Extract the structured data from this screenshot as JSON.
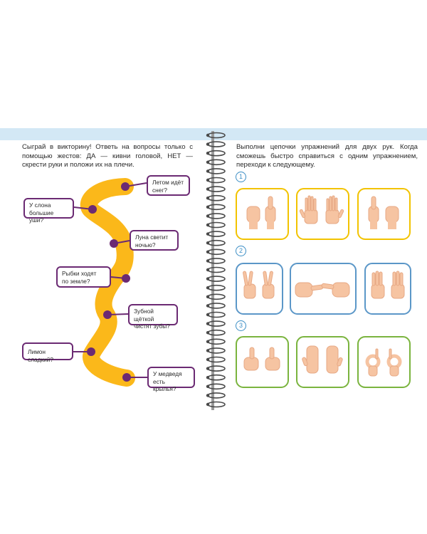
{
  "colors": {
    "top_band": "#d3e8f5",
    "path": "#fbb81a",
    "dot": "#6b2a73",
    "bubble_border": "#6b2a73",
    "row1_border": "#f2c300",
    "row2_border": "#5b97c8",
    "row3_border": "#7ab43e",
    "step_number": "#3b8ec5",
    "skin": "#f6c4a2",
    "skin_shade": "#e7a985"
  },
  "left_page": {
    "instruction": "Сыграй в викторину! Ответь на вопросы только с помощью жестов: ДА — кивни головой, НЕТ — скрести руки и положи их на плечи.",
    "questions": [
      "Летом идёт\nснег?",
      "У слона\nбольшие уши?",
      "Луна светит\nночью?",
      "Рыбки ходят\nпо земле?",
      "Зубной щёткой\nчистят зубы?",
      "Лимон сладкий?",
      "У медведя\nесть крылья?"
    ]
  },
  "right_page": {
    "instruction": "Выполни цепочки упражнений для двух рук. Когда сможешь быстро справиться с одним упражнением, переходи к следующему.",
    "steps": [
      {
        "number": "1",
        "cards": [
          {
            "gesture": "fist-and-pointing-finger-icon"
          },
          {
            "gesture": "two-open-palms-icon"
          },
          {
            "gesture": "pointing-finger-and-fist-icon"
          }
        ]
      },
      {
        "number": "2",
        "cards": [
          {
            "gesture": "two-peace-signs-icon"
          },
          {
            "gesture": "index-fingers-touching-icon"
          },
          {
            "gesture": "three-fingers-both-hands-icon"
          }
        ]
      },
      {
        "number": "3",
        "cards": [
          {
            "gesture": "two-thumbs-up-icon"
          },
          {
            "gesture": "two-open-palms-fingers-together-icon"
          },
          {
            "gesture": "two-ok-signs-icon"
          }
        ]
      }
    ]
  }
}
